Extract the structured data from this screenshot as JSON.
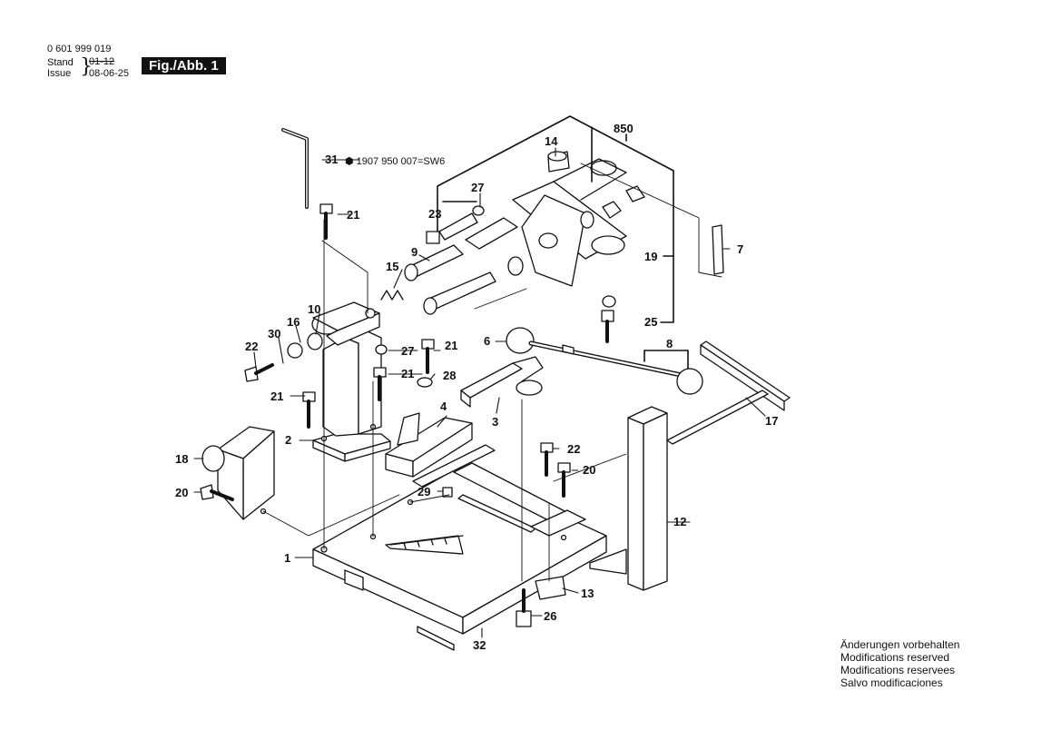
{
  "header": {
    "part_number": "0 601 999 019",
    "stand_label": "Stand",
    "issue_label": "Issue",
    "stand_value": "01-12",
    "issue_value": "08-06-25",
    "figure_label": "Fig./Abb. 1"
  },
  "note_31": "1907 950 007=SW6",
  "callouts": [
    "1",
    "2",
    "3",
    "4",
    "6",
    "7",
    "8",
    "9",
    "10",
    "12",
    "13",
    "14",
    "15",
    "16",
    "17",
    "18",
    "19",
    "20",
    "20",
    "21",
    "21",
    "21",
    "21",
    "22",
    "22",
    "23",
    "25",
    "26",
    "27",
    "27",
    "28",
    "29",
    "30",
    "31",
    "32",
    "850"
  ],
  "notes": [
    "Änderungen vorbehalten",
    "Modifications reserved",
    "Modifications reservees",
    "Salvo modificaciones"
  ]
}
